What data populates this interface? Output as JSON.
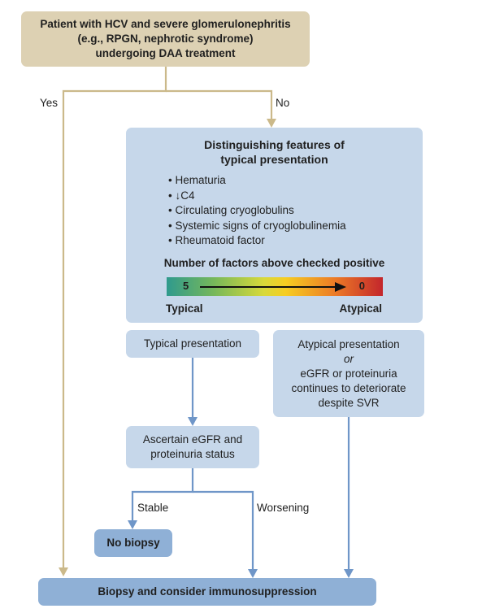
{
  "start": {
    "line1": "Patient with HCV and severe glomerulonephritis",
    "line2": "(e.g., RPGN, nephrotic syndrome)",
    "line3": "undergoing DAA treatment"
  },
  "branches": {
    "yes": "Yes",
    "no": "No"
  },
  "features": {
    "title_line1": "Distinguishing features of",
    "title_line2": "typical presentation",
    "items": [
      "Hematuria",
      "↓C4",
      "Circulating cryoglobulins",
      "Systemic signs of cryoglobulinemia",
      "Rheumatoid factor"
    ],
    "factors_heading": "Number of factors above checked positive",
    "scale_start": "5",
    "scale_end": "0",
    "typical_label": "Typical",
    "atypical_label": "Atypical"
  },
  "typical_presentation": "Typical presentation",
  "atypical": {
    "line1": "Atypical presentation",
    "or": "or",
    "line2": "eGFR or proteinuria",
    "line3": "continues to deteriorate",
    "line4": "despite SVR"
  },
  "ascertain": {
    "line1": "Ascertain eGFR and",
    "line2": "proteinuria status"
  },
  "outcomes": {
    "stable": "Stable",
    "worsening": "Worsening"
  },
  "no_biopsy": "No biopsy",
  "biopsy": "Biopsy and consider immunosuppression",
  "colors": {
    "tan_box": "#ddd1b3",
    "tan_line": "#cbb98a",
    "light_blue_box": "#c6d7ea",
    "dark_blue_box": "#8fb0d6",
    "blue_line": "#6f96c8"
  }
}
